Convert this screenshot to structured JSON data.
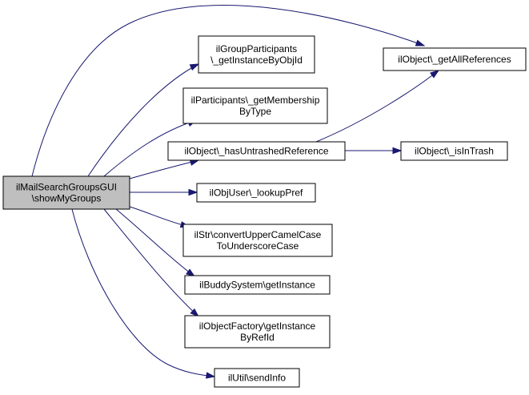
{
  "colors": {
    "edge": "#191970",
    "node_border": "#000000",
    "node_fill": "#ffffff",
    "root_fill": "#bfbfbf"
  },
  "nodes": {
    "root": [
      "ilMailSearchGroupsGUI",
      "\\showMyGroups"
    ],
    "group_participants": [
      "ilGroupParticipants",
      "\\_getInstanceByObjId"
    ],
    "participants_membership": [
      "ilParticipants\\_getMembership",
      "ByType"
    ],
    "has_untrashed": [
      "ilObject\\_hasUntrashedReference"
    ],
    "lookup_pref": [
      "ilObjUser\\_lookupPref"
    ],
    "str_convert": [
      "ilStr\\convertUpperCamelCase",
      "ToUnderscoreCase"
    ],
    "buddy_system": [
      "ilBuddySystem\\getInstance"
    ],
    "object_factory": [
      "ilObjectFactory\\getInstance",
      "ByRefId"
    ],
    "util_send_info": [
      "ilUtil\\sendInfo"
    ],
    "get_all_references": [
      "ilObject\\_getAllReferences"
    ],
    "is_in_trash": [
      "ilObject\\_isInTrash"
    ]
  },
  "edges": [
    [
      "root",
      "get_all_references"
    ],
    [
      "root",
      "group_participants"
    ],
    [
      "root",
      "participants_membership"
    ],
    [
      "root",
      "has_untrashed"
    ],
    [
      "root",
      "lookup_pref"
    ],
    [
      "root",
      "str_convert"
    ],
    [
      "root",
      "buddy_system"
    ],
    [
      "root",
      "object_factory"
    ],
    [
      "root",
      "util_send_info"
    ],
    [
      "has_untrashed",
      "get_all_references"
    ],
    [
      "has_untrashed",
      "is_in_trash"
    ]
  ]
}
